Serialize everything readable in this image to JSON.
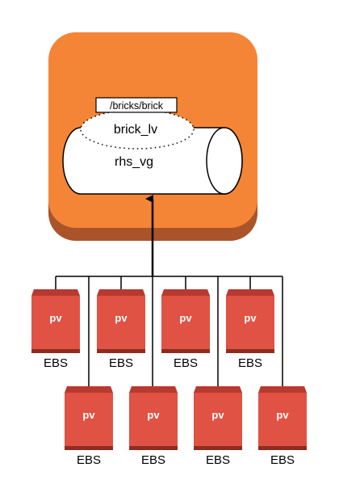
{
  "diagram": {
    "mount_point": "/bricks/brick",
    "logical_volume": "brick_lv",
    "volume_group": "rhs_vg",
    "upper_row": [
      {
        "volume_label": "pv",
        "storage_label": "EBS"
      },
      {
        "volume_label": "pv",
        "storage_label": "EBS"
      },
      {
        "volume_label": "pv",
        "storage_label": "EBS"
      },
      {
        "volume_label": "pv",
        "storage_label": "EBS"
      }
    ],
    "lower_row": [
      {
        "volume_label": "pv",
        "storage_label": "EBS"
      },
      {
        "volume_label": "pv",
        "storage_label": "EBS"
      },
      {
        "volume_label": "pv",
        "storage_label": "EBS"
      },
      {
        "volume_label": "pv",
        "storage_label": "EBS"
      }
    ]
  },
  "colors": {
    "instance_orange": "#f58536",
    "instance_shadow": "#a9542a",
    "volume_red": "#e05243",
    "volume_dark": "#8c2d21",
    "volume_top": "#b8392f"
  }
}
